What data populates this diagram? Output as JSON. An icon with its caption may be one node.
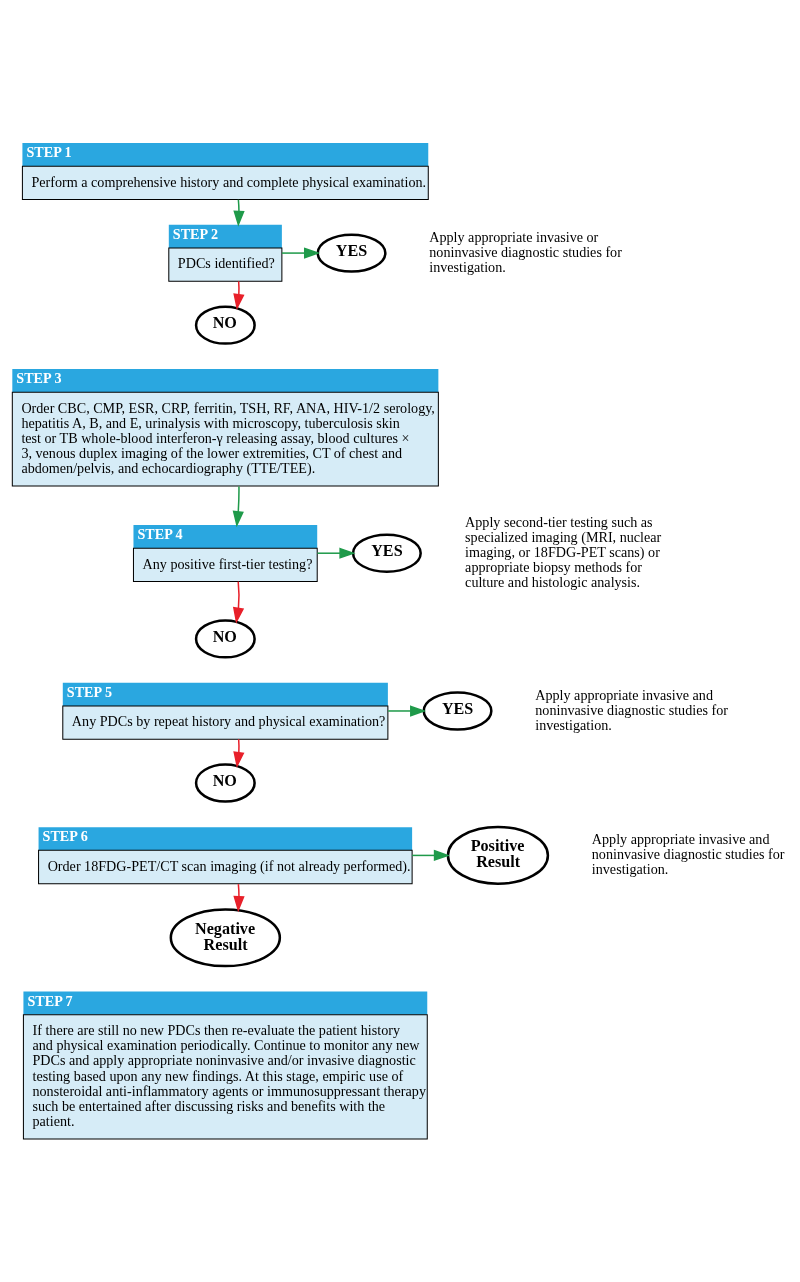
{
  "diagram": {
    "nodes": [
      {
        "text": [
          "STEP 1",
          "Perform a comprehensive history and complete physical examination."
        ]
      },
      {
        "text": [
          "STEP 2",
          "PDCs identified?"
        ]
      },
      {
        "text": [
          "YES"
        ],
        "beside": [
          "Apply appropriate invasive or noninvasive diagnostic studies for investigation."
        ]
      },
      {
        "text": [
          "NO"
        ]
      },
      {
        "text": [
          "STEP 3",
          "Order CBC, CMP, ESR, CRP, ferritin, TSH, RF, ANA, HIV-1/2 serology, hepatitis A, B, and E, urinalysis with microscopy, tuberculosis skin test or TB whole-blood interferon-γ releasing assay, blood cultures × 3, venous duplex imaging of the lower extremities, CT of chest and abdomen/pelvis, and echocardiography (TTE/TEE)."
        ]
      },
      {
        "text": [
          "STEP 4",
          "Any positive first-tier testing?"
        ]
      },
      {
        "text": [
          "YES"
        ],
        "beside": [
          "Apply second-tier testing such as specialized imaging (MRI, nuclear imaging, or 18FDG-PET scans) or appropriate biopsy methods for culture and histologic analysis."
        ]
      },
      {
        "text": [
          "NO"
        ]
      },
      {
        "text": [
          "STEP 5",
          "Any PDCs by repeat history and physical examination?"
        ]
      },
      {
        "text": [
          "YES"
        ],
        "beside": [
          "Apply appropriate invasive and noninvasive diagnostic studies for investigation."
        ]
      },
      {
        "text": [
          "NO"
        ]
      },
      {
        "text": [
          "STEP 6",
          "Order 18FDG-PET/CT scan imaging (if not already performed)."
        ]
      },
      {
        "text": [
          "Positive Result"
        ],
        "beside": [
          "Apply appropriate invasive and noninvasive diagnostic studies for investigation."
        ]
      },
      {
        "text": [
          "Negative Result"
        ]
      },
      {
        "text": [
          "STEP 7",
          "If there are still no new PDCs then re-evaluate the patient history and physical examination periodically. Continue to monitor any new PDCs and apply appropriate noninvasive and/or invasive diagnostic testing based upon any new findings. At this stage, empiric use of nonsteroidal anti-inflammatory agents or immunosuppressant therapy such be entertained after discussing risks and benefits with the patient."
        ]
      }
    ],
    "edges": [
      {
        "from": 0,
        "to": 1,
        "arrow": "to"
      },
      {
        "from": 1,
        "to": 2,
        "arrow": "to"
      },
      {
        "from": 1,
        "to": 3,
        "arrow": "to",
        "color": "#e8202a"
      },
      {
        "from": 4,
        "to": 5,
        "arrow": "to"
      },
      {
        "from": 5,
        "to": 6,
        "arrow": "to"
      },
      {
        "from": 5,
        "to": 7,
        "arrow": "to",
        "color": "#e8202a"
      },
      {
        "from": 8,
        "to": 9,
        "arrow": "to"
      },
      {
        "from": 8,
        "to": 10,
        "arrow": "to",
        "color": "#e8202a"
      },
      {
        "from": 11,
        "to": 12,
        "arrow": "to"
      },
      {
        "from": 11,
        "to": 13,
        "arrow": "to",
        "color": "#e8202a"
      }
    ]
  }
}
